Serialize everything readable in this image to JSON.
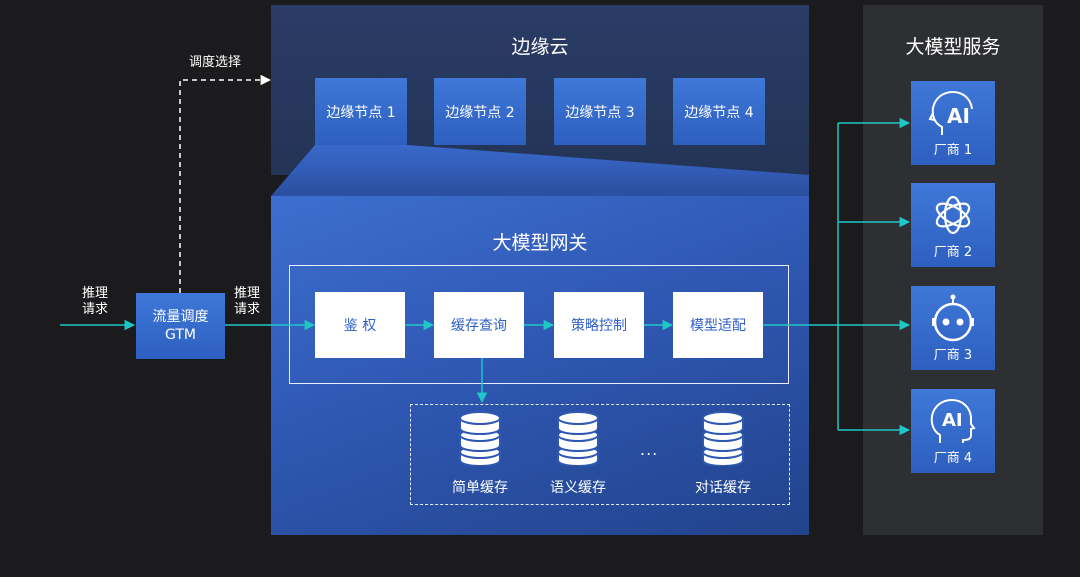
{
  "edge_cloud": {
    "title": "边缘云",
    "nodes": [
      "边缘节点 1",
      "边缘节点 2",
      "边缘节点 3",
      "边缘节点 4"
    ]
  },
  "dispatch_label": "调度选择",
  "inference_request_label_left": "推理\n请求",
  "inference_request_label_right": "推理\n请求",
  "gtm": {
    "line1": "流量调度",
    "line2": "GTM"
  },
  "gateway": {
    "title": "大模型网关",
    "steps": [
      "鉴 权",
      "缓存查询",
      "策略控制",
      "模型适配"
    ],
    "caches": [
      "简单缓存",
      "语义缓存",
      "对话缓存"
    ],
    "ellipsis": "..."
  },
  "model_service": {
    "title": "大模型服务",
    "vendors": [
      "厂商 1",
      "厂商 2",
      "厂商 3",
      "厂商 4"
    ],
    "ai_text": "AI"
  },
  "colors": {
    "background": "#1b1b1d",
    "accent_blue": "#3f78d8",
    "connector_teal": "#1fc6c6"
  }
}
